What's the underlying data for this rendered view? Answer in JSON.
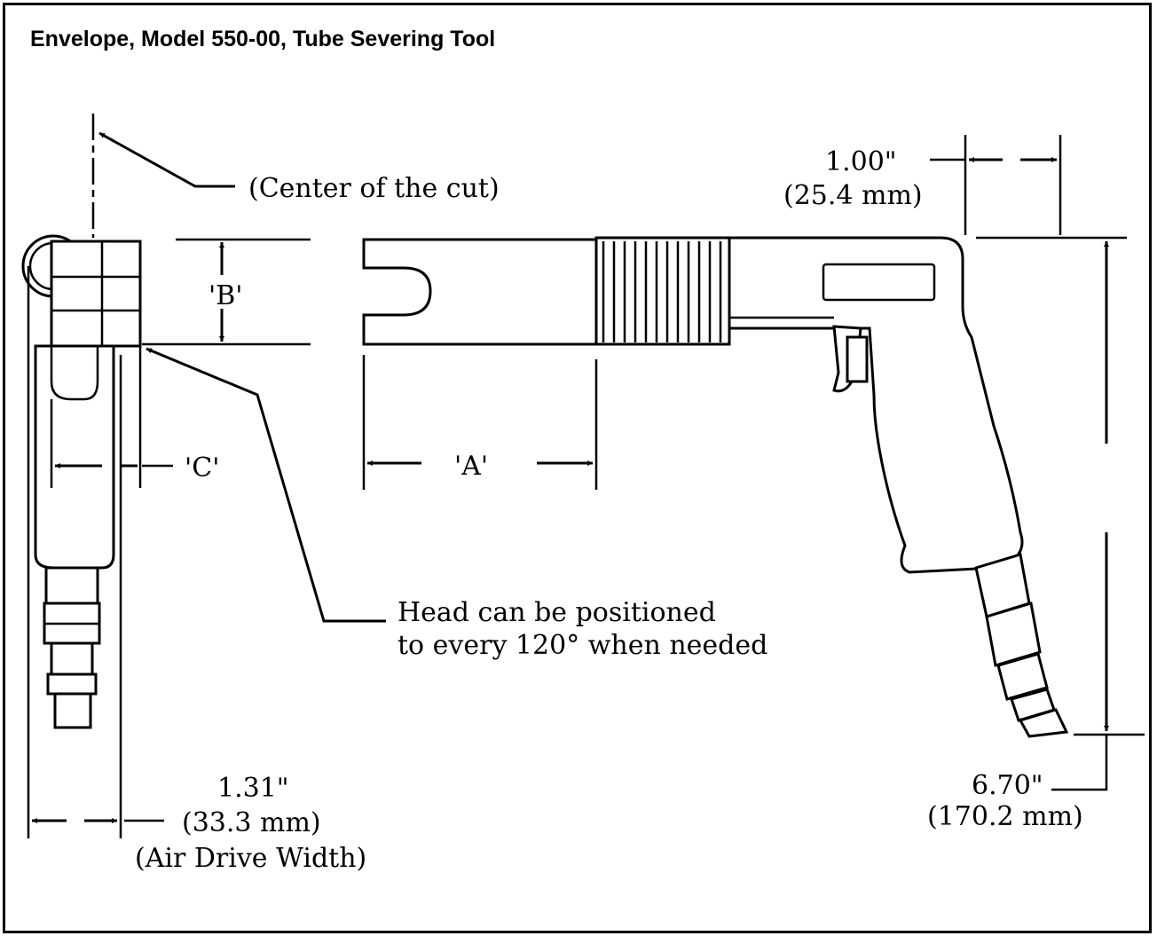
{
  "title": "Envelope, Model 550-00, Tube Severing Tool",
  "labels": {
    "center_of_cut": "(Center of the cut)",
    "dim_top_in": "1.00\"",
    "dim_top_mm": "(25.4 mm)",
    "dim_b": "'B'",
    "dim_c": "'C'",
    "dim_a": "'A'",
    "head_note_1": "Head can be positioned",
    "head_note_2": "to every 120° when needed",
    "dim_width_in": "1.31\"",
    "dim_width_mm": "(33.3 mm)",
    "dim_width_name": "(Air Drive Width)",
    "dim_height_in": "6.70\"",
    "dim_height_mm": "(170.2 mm)"
  }
}
